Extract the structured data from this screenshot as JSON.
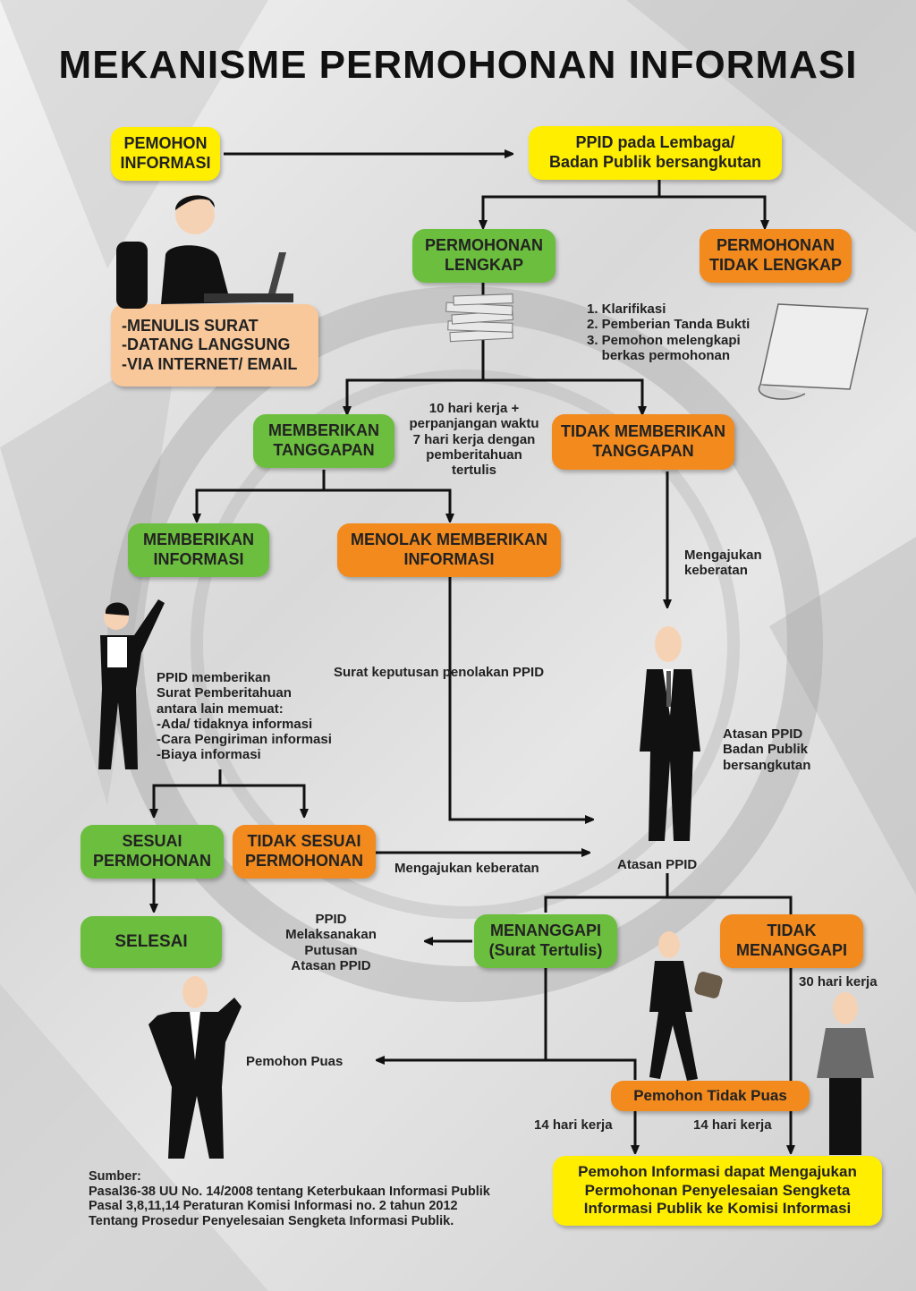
{
  "title": "MEKANISME PERMOHONAN INFORMASI",
  "nodes": {
    "pemohon": [
      "PEMOHON",
      "INFORMASI"
    ],
    "ppid": [
      "PPID pada Lembaga/",
      "Badan Publik bersangkutan"
    ],
    "lengkap": [
      "PERMOHONAN",
      "LENGKAP"
    ],
    "tidak_lengkap": [
      "PERMOHONAN",
      "TIDAK LENGKAP"
    ],
    "cara": [
      "-MENULIS SURAT",
      "-DATANG LANGSUNG",
      "-VIA INTERNET/ EMAIL"
    ],
    "memberikan_tanggapan": [
      "MEMBERIKAN",
      "TANGGAPAN"
    ],
    "tidak_memberikan_tanggapan": [
      "TIDAK MEMBERIKAN",
      "TANGGAPAN"
    ],
    "memberikan_informasi": [
      "MEMBERIKAN",
      "INFORMASI"
    ],
    "menolak": [
      "MENOLAK MEMBERIKAN",
      "INFORMASI"
    ],
    "sesuai": [
      "SESUAI",
      "PERMOHONAN"
    ],
    "tidak_sesuai": [
      "TIDAK SESUAI",
      "PERMOHONAN"
    ],
    "selesai": "SELESAI",
    "menanggapi": [
      "MENANGGAPI",
      "(Surat Tertulis)"
    ],
    "tidak_menanggapi": [
      "TIDAK",
      "MENANGGAPI"
    ],
    "tidak_puas": "Pemohon Tidak Puas",
    "komisi": [
      "Pemohon Informasi dapat Mengajukan",
      "Permohonan Penyelesaian Sengketa",
      "Informasi Publik ke Komisi Informasi"
    ]
  },
  "labels": {
    "klarifikasi": [
      "1. Klarifikasi",
      "2. Pemberian Tanda Bukti",
      "3. Pemohon melengkapi",
      "    berkas permohonan"
    ],
    "waktu": [
      "10 hari kerja +",
      "perpanjangan waktu",
      "7 hari kerja dengan",
      "pemberitahuan",
      "tertulis"
    ],
    "mengajukan_keberatan_1": [
      "Mengajukan",
      "keberatan"
    ],
    "surat_keputusan": "Surat keputusan penolakan PPID",
    "ppid_memberikan": [
      "PPID memberikan",
      "Surat Pemberitahuan",
      "antara lain memuat:",
      "-Ada/ tidaknya informasi",
      "-Cara Pengiriman informasi",
      "-Biaya informasi"
    ],
    "atasan_ppid_badan": [
      "Atasan PPID",
      "Badan Publik",
      "bersangkutan"
    ],
    "mengajukan_keberatan_2": "Mengajukan keberatan",
    "atasan_ppid": "Atasan PPID",
    "ppid_melaksanakan": [
      "PPID",
      "Melaksanakan",
      "Putusan",
      "Atasan PPID"
    ],
    "hari30": "30 hari kerja",
    "pemohon_puas": "Pemohon Puas",
    "hari14_a": "14 hari kerja",
    "hari14_b": "14 hari kerja",
    "sumber": [
      "Sumber:",
      "Pasal36-38 UU No. 14/2008 tentang Keterbukaan Informasi Publik",
      "Pasal 3,8,11,14 Peraturan Komisi Informasi no. 2 tahun 2012",
      "Tentang Prosedur Penyelesaian Sengketa Informasi Publik."
    ]
  },
  "colors": {
    "yellow": "#ffee00",
    "green": "#6cbf3e",
    "orange": "#f28a1e",
    "peach": "#f9c89a"
  }
}
